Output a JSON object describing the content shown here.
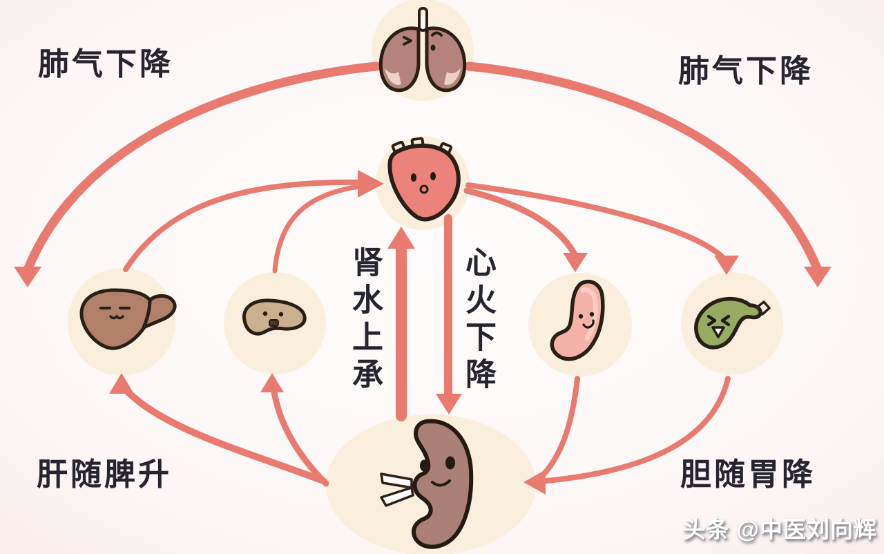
{
  "diagram": {
    "labels": {
      "top_left": "肺气下降",
      "top_right": "肺气下降",
      "kidney_water": "肾水上承",
      "heart_fire": "心火下降",
      "bottom_left": "肝随脾升",
      "bottom_right": "胆随胃降"
    },
    "watermark": "头条 @中医刘向辉",
    "organs": [
      {
        "name": "lungs",
        "color": "#b5837b"
      },
      {
        "name": "heart",
        "color": "#ec837a"
      },
      {
        "name": "liver",
        "color": "#b08068"
      },
      {
        "name": "spleen",
        "color": "#cbb08f"
      },
      {
        "name": "stomach",
        "color": "#f4b3a6"
      },
      {
        "name": "gallbladder",
        "color": "#97ac62"
      },
      {
        "name": "kidney",
        "color": "#aa7f74"
      }
    ],
    "colors": {
      "arrow": "#e87a70",
      "organ_circle_bg": "#faeedd",
      "label_text": "#26242e",
      "background": "#fcf7f6"
    }
  }
}
